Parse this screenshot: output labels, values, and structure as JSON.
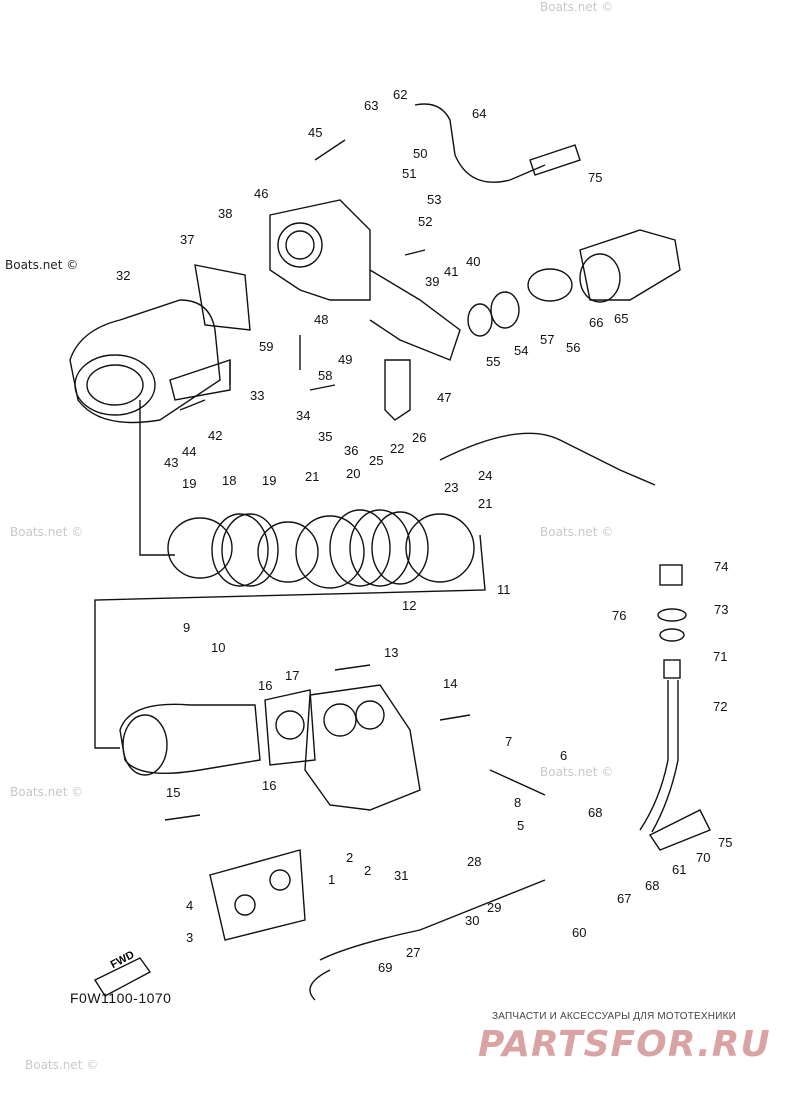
{
  "watermark": "Boats.net ©",
  "diagram_code": "F0W1100-1070",
  "fwd_label": "FWD",
  "brand": {
    "tagline": "ЗАПЧАСТИ И АКСЕССУАРЫ ДЛЯ МОТОТЕХНИКИ",
    "name": "PARTSFOR.RU"
  },
  "callouts": [
    "1",
    "2",
    "3",
    "4",
    "5",
    "6",
    "7",
    "8",
    "9",
    "10",
    "11",
    "12",
    "13",
    "14",
    "15",
    "16",
    "17",
    "18",
    "19",
    "20",
    "21",
    "22",
    "23",
    "24",
    "25",
    "26",
    "27",
    "28",
    "29",
    "30",
    "31",
    "32",
    "33",
    "34",
    "35",
    "36",
    "37",
    "38",
    "39",
    "40",
    "41",
    "42",
    "43",
    "44",
    "45",
    "46",
    "47",
    "48",
    "49",
    "50",
    "51",
    "52",
    "53",
    "54",
    "55",
    "56",
    "57",
    "58",
    "59",
    "60",
    "61",
    "62",
    "63",
    "64",
    "65",
    "66",
    "67",
    "68",
    "69",
    "70",
    "71",
    "72",
    "73",
    "74",
    "75",
    "76"
  ]
}
